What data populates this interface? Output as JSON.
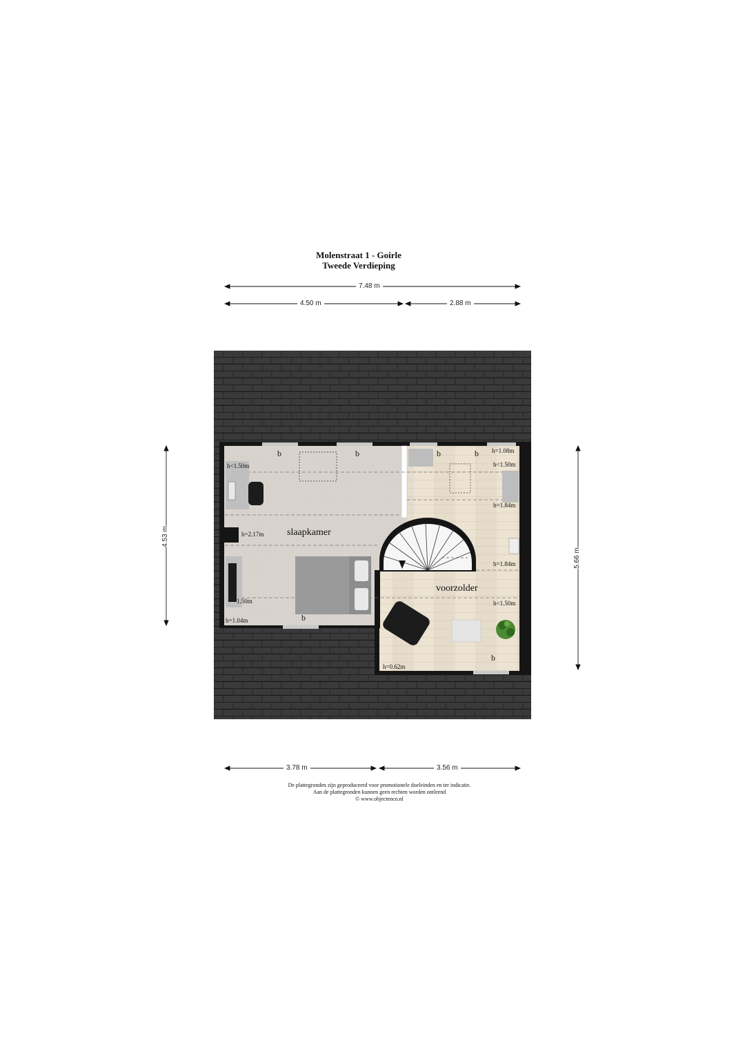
{
  "title": {
    "line1": "Molenstraat 1 - Goirle",
    "line2": "Tweede Verdieping"
  },
  "dimensions": {
    "top_total": "7.48 m",
    "top_left": "4.50 m",
    "top_right": "2.88 m",
    "bottom_left": "3.78 m",
    "bottom_right": "3.56 m",
    "left_height": "4.53 m",
    "right_height": "5.66 m"
  },
  "rooms": {
    "slaapkamer": "slaapkamer",
    "voorzolder": "voorzolder"
  },
  "heights": {
    "sk_top": "h<1.50m",
    "sk_mid": "h=2.17m",
    "sk_bottom1": "1.50m",
    "sk_bottom2": "h=1.04m",
    "vz_top1": "h=1.08m",
    "vz_top2": "h<1.50m",
    "vz_mid1": "h=1.84m",
    "vz_mid2": "h=1.84m",
    "vz_lower": "h<1.50m",
    "vz_bottom": "h=0.62m"
  },
  "markers": {
    "b": "b"
  },
  "footer": {
    "line1": "De plattegronden zijn geproduceerd voor promotionele doeleinden en ter indicatie.",
    "line2": "Aan de plattegronden kunnen geen rechten worden ontleend",
    "line3": "© www.objectenco.nl"
  }
}
